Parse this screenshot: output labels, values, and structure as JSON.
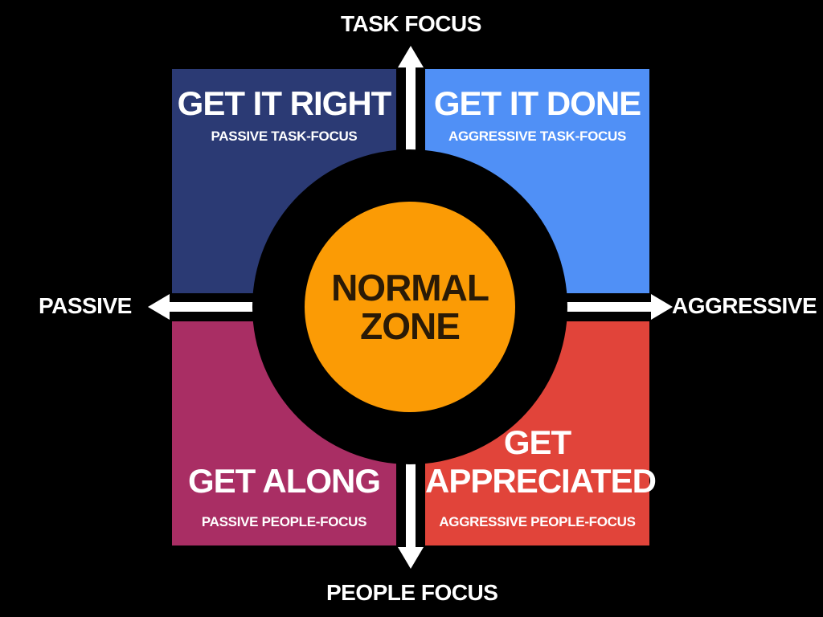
{
  "axes": {
    "top": "TASK FOCUS",
    "bottom": "PEOPLE FOCUS",
    "left": "PASSIVE",
    "right": "AGGRESSIVE"
  },
  "quadrants": {
    "top_left": {
      "title": "GET IT RIGHT",
      "subtitle": "PASSIVE TASK-FOCUS",
      "color": "#2b3a74"
    },
    "top_right": {
      "title": "GET IT DONE",
      "subtitle": "AGGRESSIVE TASK-FOCUS",
      "color": "#5090f6"
    },
    "bottom_left": {
      "title": "GET ALONG",
      "subtitle": "PASSIVE PEOPLE-FOCUS",
      "color": "#a92e64"
    },
    "bottom_right": {
      "title_line1": "GET",
      "title_line2": "APPRECIATED",
      "subtitle": "AGGRESSIVE PEOPLE-FOCUS",
      "color": "#e1443a"
    }
  },
  "center": {
    "line1": "NORMAL",
    "line2": "ZONE",
    "color": "#fb9b05"
  }
}
